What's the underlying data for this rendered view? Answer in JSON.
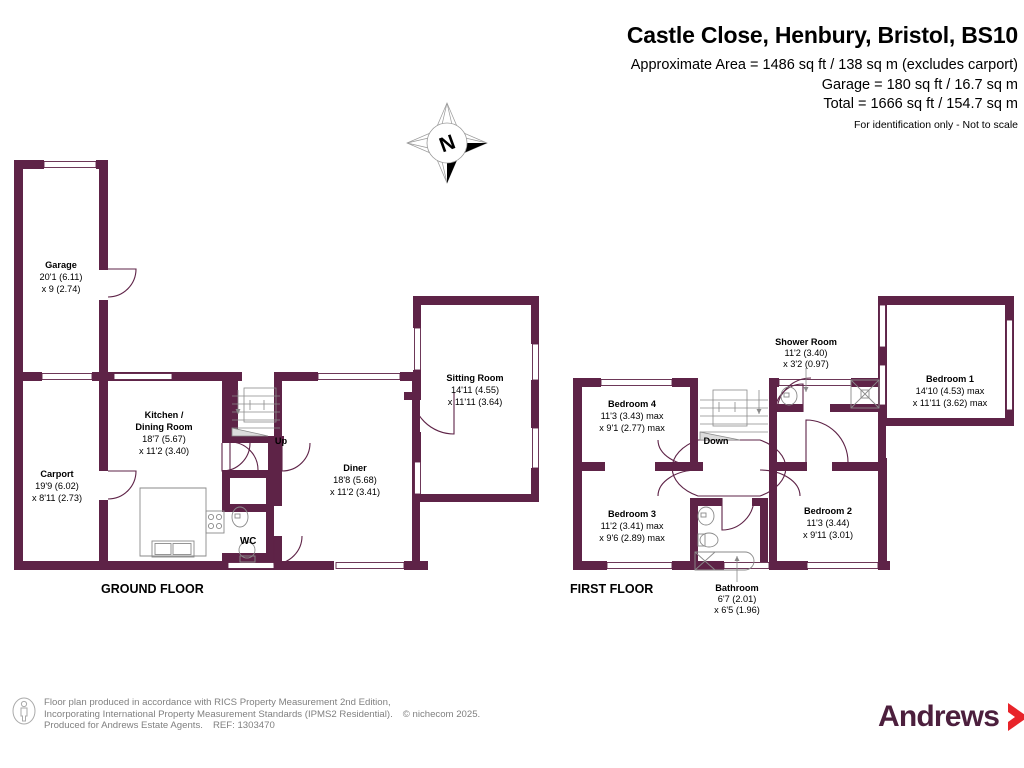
{
  "header": {
    "title": "Castle Close, Henbury, Bristol, BS10",
    "area_lines": [
      "Approximate Area = 1486 sq ft / 138 sq m (excludes carport)",
      "Garage = 180 sq ft / 16.7 sq m",
      "Total = 1666 sq ft / 154.7 sq m"
    ],
    "disclaimer": "For identification only - Not to scale"
  },
  "compass": {
    "north_letter": "N"
  },
  "floors": [
    {
      "id": "ground",
      "label": "GROUND FLOOR"
    },
    {
      "id": "first",
      "label": "FIRST FLOOR"
    }
  ],
  "ground_floor": {
    "label": "GROUND FLOOR",
    "rooms": [
      {
        "name": "Garage",
        "dim1": "20'1 (6.11)",
        "dim2": "x 9 (2.74)"
      },
      {
        "name": "Carport",
        "dim1": "19'9 (6.02)",
        "dim2": "x 8'11 (2.73)"
      },
      {
        "name": "Kitchen /",
        "name2": "Dining Room",
        "dim1": "18'7 (5.67)",
        "dim2": "x 11'2 (3.40)"
      },
      {
        "name": "Diner",
        "dim1": "18'8 (5.68)",
        "dim2": "x 11'2 (3.41)"
      },
      {
        "name": "Sitting Room",
        "dim1": "14'11 (4.55)",
        "dim2": "x 11'11 (3.64)"
      },
      {
        "name": "WC"
      }
    ],
    "stair_label": "Up"
  },
  "first_floor": {
    "label": "FIRST FLOOR",
    "rooms": [
      {
        "name": "Bedroom 4",
        "dim1": "11'3 (3.43) max",
        "dim2": "x 9'1 (2.77) max"
      },
      {
        "name": "Bedroom 3",
        "dim1": "11'2 (3.41) max",
        "dim2": "x 9'6 (2.89) max"
      },
      {
        "name": "Bedroom 2",
        "dim1": "11'3 (3.44)",
        "dim2": "x 9'11 (3.01)"
      },
      {
        "name": "Bedroom 1",
        "dim1": "14'10 (4.53) max",
        "dim2": "x 11'11 (3.62) max"
      },
      {
        "name": "Shower Room",
        "dim1": "11'2 (3.40)",
        "dim2": "x 3'2 (0.97)"
      },
      {
        "name": "Bathroom",
        "dim1": "6'7 (2.01)",
        "dim2": "x 6'5 (1.96)"
      }
    ],
    "stair_label": "Down"
  },
  "footer": {
    "line1": "Floor plan produced in accordance with RICS Property Measurement 2nd Edition,",
    "line2": "Incorporating International Property Measurement Standards (IPMS2 Residential).",
    "copyright": "© nichecom 2025.",
    "line3": "Produced for Andrews Estate Agents.",
    "reference": "REF: 1303470"
  },
  "logo": {
    "text": "Andrews"
  },
  "colors": {
    "wall": "#5E2347",
    "logo_text": "#4c1f3d",
    "logo_chevron": "#e8242a",
    "fixture_line": "#777777",
    "footer_text": "#808080"
  }
}
